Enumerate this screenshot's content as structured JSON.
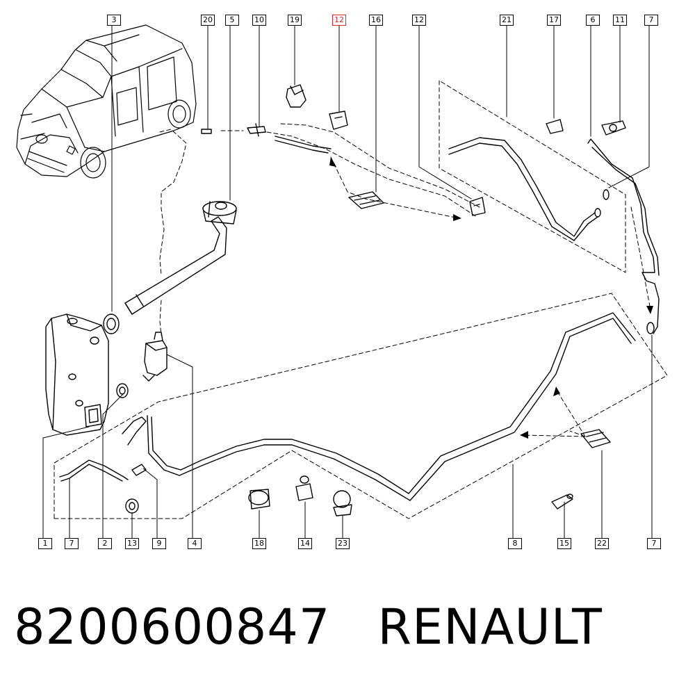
{
  "caption": {
    "part_number": "8200600847",
    "brand": "RENAULT"
  },
  "highlight_color": "#d9262c",
  "callouts": [
    {
      "id": "c3",
      "label": "3",
      "highlighted": false
    },
    {
      "id": "c20",
      "label": "20",
      "highlighted": false
    },
    {
      "id": "c5",
      "label": "5",
      "highlighted": false
    },
    {
      "id": "c10",
      "label": "10",
      "highlighted": false
    },
    {
      "id": "c19",
      "label": "19",
      "highlighted": false
    },
    {
      "id": "c12-top",
      "label": "12",
      "highlighted": true
    },
    {
      "id": "c16",
      "label": "16",
      "highlighted": false
    },
    {
      "id": "c12",
      "label": "12",
      "highlighted": false
    },
    {
      "id": "c21",
      "label": "21",
      "highlighted": false
    },
    {
      "id": "c17",
      "label": "17",
      "highlighted": false
    },
    {
      "id": "c6",
      "label": "6",
      "highlighted": false
    },
    {
      "id": "c11",
      "label": "11",
      "highlighted": false
    },
    {
      "id": "c7-top",
      "label": "7",
      "highlighted": false
    },
    {
      "id": "c1",
      "label": "1",
      "highlighted": false
    },
    {
      "id": "c7-left",
      "label": "7",
      "highlighted": false
    },
    {
      "id": "c2",
      "label": "2",
      "highlighted": false
    },
    {
      "id": "c13",
      "label": "13",
      "highlighted": false
    },
    {
      "id": "c9",
      "label": "9",
      "highlighted": false
    },
    {
      "id": "c4",
      "label": "4",
      "highlighted": false
    },
    {
      "id": "c18",
      "label": "18",
      "highlighted": false
    },
    {
      "id": "c14",
      "label": "14",
      "highlighted": false
    },
    {
      "id": "c23",
      "label": "23",
      "highlighted": false
    },
    {
      "id": "c8",
      "label": "8",
      "highlighted": false
    },
    {
      "id": "c15",
      "label": "15",
      "highlighted": false
    },
    {
      "id": "c22",
      "label": "22",
      "highlighted": false
    },
    {
      "id": "c7-right",
      "label": "7",
      "highlighted": false
    }
  ]
}
